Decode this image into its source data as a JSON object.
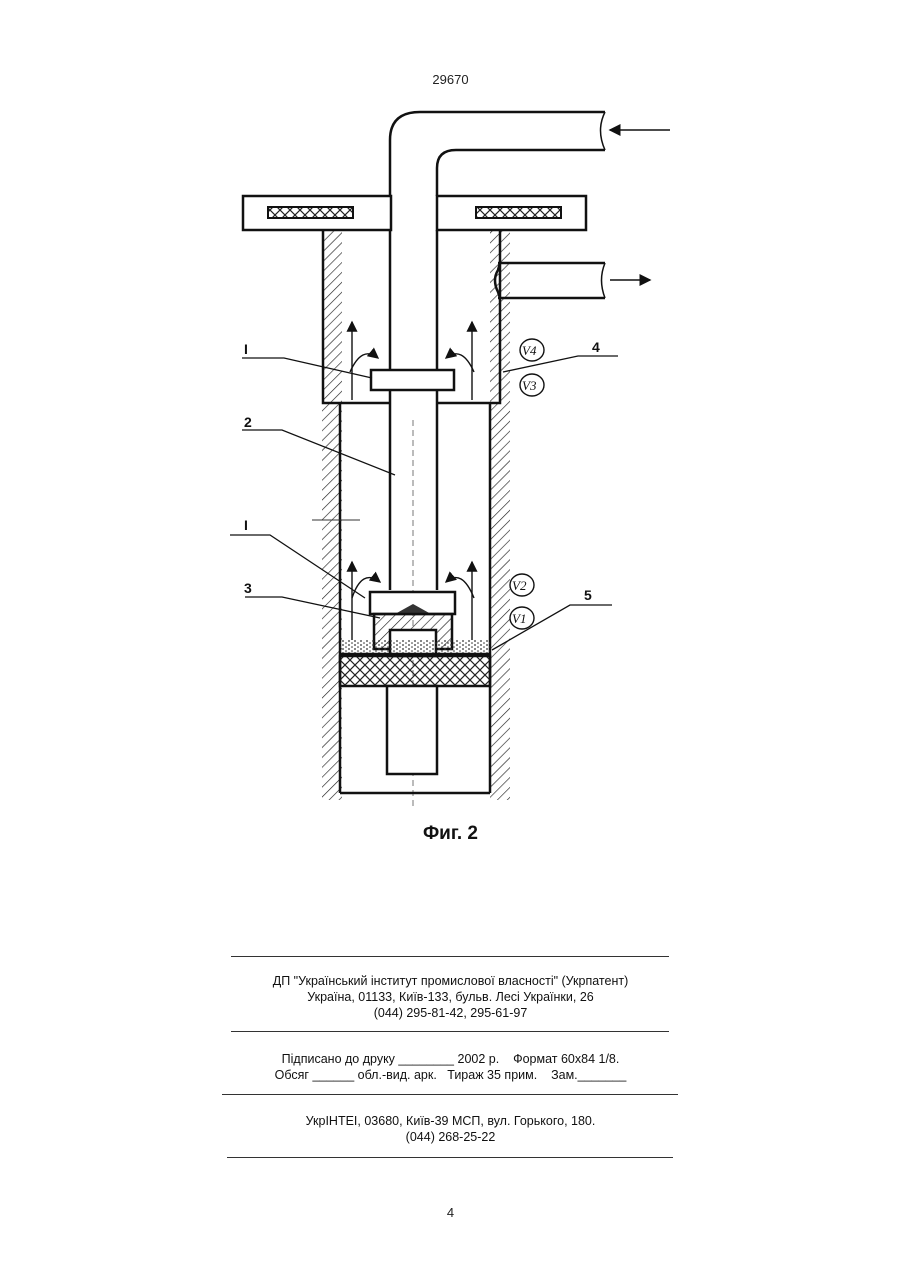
{
  "header": {
    "doc_number": "29670"
  },
  "figure": {
    "caption": "Фиг. 2",
    "labels": {
      "l1_top": "I",
      "l1_bottom": "I",
      "l2": "2",
      "l3": "3",
      "l4": "4",
      "l5": "5",
      "v1": "V1",
      "v2": "V2",
      "v3": "V3",
      "v4": "V4"
    }
  },
  "imprint": {
    "publisher_line1": "ДП \"Український інститут промислової власності\" (Укрпатент)",
    "publisher_line2": "Україна, 01133, Київ-133, бульв. Лесі Українки, 26",
    "publisher_line3": "(044) 295-81-42, 295-61-97",
    "print_line1": "Підписано до друку ________ 2002 р.    Формат 60х84 1/8.",
    "print_line2": "Обсяг ______ обл.-вид. арк.   Тираж 35 прим.    Зам._______",
    "printer_line1": "УкрІНТЕІ, 03680, Київ-39 МСП, вул. Горького, 180.",
    "printer_line2": "(044) 268-25-22"
  },
  "footer": {
    "page_number": "4"
  }
}
